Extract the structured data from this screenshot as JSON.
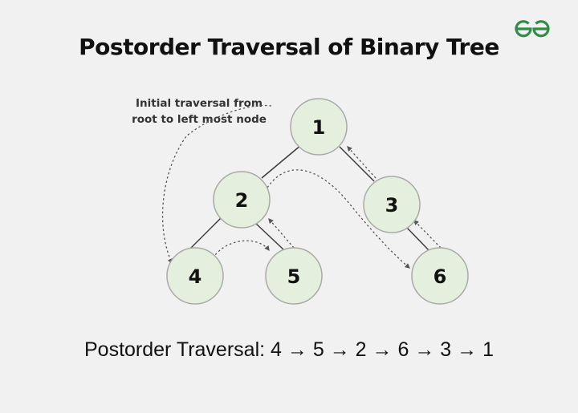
{
  "brand": {
    "logo_name": "geeksforgeeks-logo",
    "color": "#2f8d46"
  },
  "title": "Postorder Traversal of Binary Tree",
  "annotation": "Initial traversal from\nroot to left most node",
  "colors": {
    "background": "#f1f1f1",
    "node_fill": "#e4f0dd",
    "node_stroke": "#a9a9a9",
    "edge": "#3c3c3c",
    "dotted_arrow": "#555555"
  },
  "tree": {
    "nodes": [
      {
        "id": "n1",
        "label": "1"
      },
      {
        "id": "n2",
        "label": "2"
      },
      {
        "id": "n3",
        "label": "3"
      },
      {
        "id": "n4",
        "label": "4"
      },
      {
        "id": "n5",
        "label": "5"
      },
      {
        "id": "n6",
        "label": "6"
      }
    ],
    "edges": [
      {
        "from": "n1",
        "to": "n2"
      },
      {
        "from": "n1",
        "to": "n3"
      },
      {
        "from": "n2",
        "to": "n4"
      },
      {
        "from": "n2",
        "to": "n5"
      },
      {
        "from": "n3",
        "to": "n6"
      }
    ]
  },
  "traversal": {
    "label": "Postorder Traversal:",
    "sequence": [
      "4",
      "5",
      "2",
      "6",
      "3",
      "1"
    ],
    "separator": "→"
  }
}
